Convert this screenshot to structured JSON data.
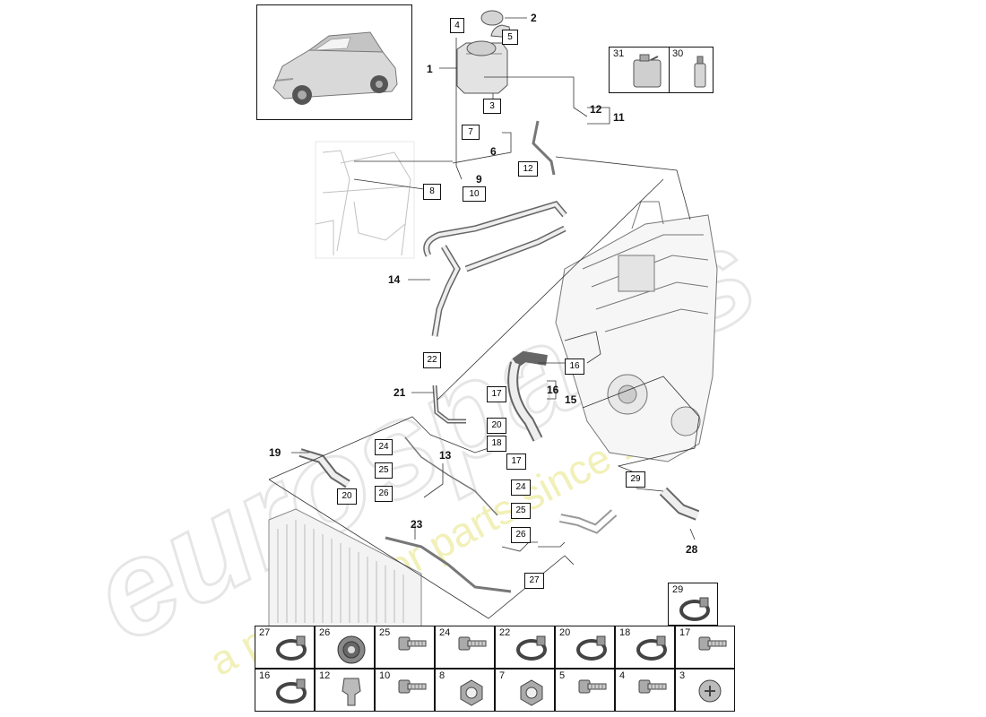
{
  "watermark": {
    "brand": "eurospares",
    "tagline": "a passion for parts since 1985"
  },
  "vehicle_panel": {
    "icon": "car-suv-icon"
  },
  "fluids_panel": {
    "items": [
      {
        "num": "31",
        "icon": "coolant-canister-icon"
      },
      {
        "num": "30",
        "icon": "fluid-bottle-icon"
      }
    ]
  },
  "callouts_bold": [
    {
      "id": "1",
      "label": "1"
    },
    {
      "id": "2",
      "label": "2"
    },
    {
      "id": "6",
      "label": "6"
    },
    {
      "id": "9",
      "label": "9"
    },
    {
      "id": "11",
      "label": "11"
    },
    {
      "id": "12b",
      "label": "12"
    },
    {
      "id": "13",
      "label": "13"
    },
    {
      "id": "14",
      "label": "14"
    },
    {
      "id": "15",
      "label": "15"
    },
    {
      "id": "16b",
      "label": "16"
    },
    {
      "id": "19",
      "label": "19"
    },
    {
      "id": "21",
      "label": "21"
    },
    {
      "id": "23",
      "label": "23"
    },
    {
      "id": "28",
      "label": "28"
    }
  ],
  "callouts_boxed": [
    {
      "id": "b4",
      "label": "4"
    },
    {
      "id": "b5",
      "label": "5"
    },
    {
      "id": "b3",
      "label": "3"
    },
    {
      "id": "b7",
      "label": "7"
    },
    {
      "id": "b12",
      "label": "12"
    },
    {
      "id": "b8",
      "label": "8"
    },
    {
      "id": "b10",
      "label": "10"
    },
    {
      "id": "b22",
      "label": "22"
    },
    {
      "id": "b16",
      "label": "16"
    },
    {
      "id": "b17a",
      "label": "17"
    },
    {
      "id": "b20a",
      "label": "20"
    },
    {
      "id": "b18",
      "label": "18"
    },
    {
      "id": "b17b",
      "label": "17"
    },
    {
      "id": "b24a",
      "label": "24"
    },
    {
      "id": "b25a",
      "label": "25"
    },
    {
      "id": "b26a",
      "label": "26"
    },
    {
      "id": "b20b",
      "label": "20"
    },
    {
      "id": "b24b",
      "label": "24"
    },
    {
      "id": "b25b",
      "label": "25"
    },
    {
      "id": "b26b",
      "label": "26"
    },
    {
      "id": "b27",
      "label": "27"
    },
    {
      "id": "b29",
      "label": "29"
    }
  ],
  "parts_grid": {
    "top_cell": {
      "num": "29",
      "icon": "hose-clamp-icon"
    },
    "row1": [
      {
        "num": "27",
        "icon": "hose-clamp-icon"
      },
      {
        "num": "26",
        "icon": "grommet-icon"
      },
      {
        "num": "25",
        "icon": "bolt-icon"
      },
      {
        "num": "24",
        "icon": "bolt-icon"
      },
      {
        "num": "22",
        "icon": "hose-clamp-icon"
      },
      {
        "num": "20",
        "icon": "hose-clamp-icon"
      },
      {
        "num": "18",
        "icon": "hose-clamp-icon"
      },
      {
        "num": "17",
        "icon": "bolt-icon"
      }
    ],
    "row2": [
      {
        "num": "16",
        "icon": "hose-clamp-icon"
      },
      {
        "num": "12",
        "icon": "clip-icon"
      },
      {
        "num": "10",
        "icon": "bolt-icon"
      },
      {
        "num": "8",
        "icon": "nut-icon"
      },
      {
        "num": "7",
        "icon": "nut-icon"
      },
      {
        "num": "5",
        "icon": "bolt-icon"
      },
      {
        "num": "4",
        "icon": "bolt-icon"
      },
      {
        "num": "3",
        "icon": "screw-icon"
      }
    ]
  }
}
